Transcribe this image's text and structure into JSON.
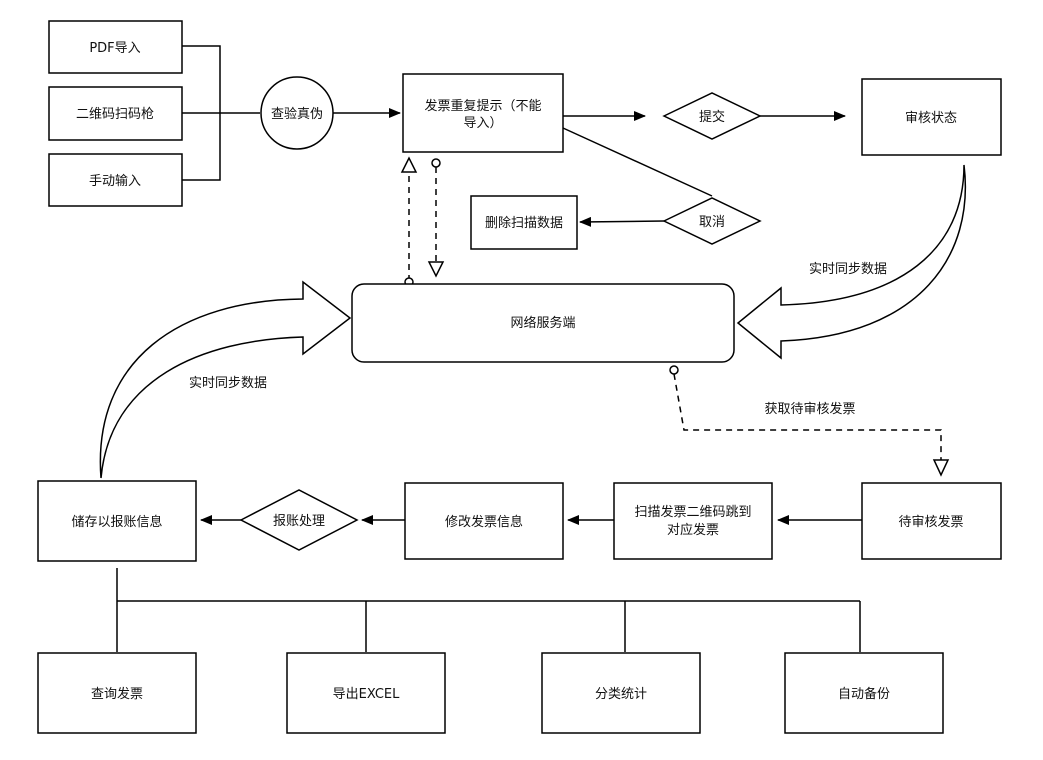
{
  "nodes": {
    "pdf_import": "PDF导入",
    "qr_scanner": "二维码扫码枪",
    "manual_input": "手动输入",
    "verify": "查验真伪",
    "duplicate_hint": [
      "发票重复提示（不能",
      "导入）"
    ],
    "submit": "提交",
    "review_status": "审核状态",
    "cancel": "取消",
    "delete_scan": "删除扫描数据",
    "network_server": "网络服务端",
    "store_info": "储存以报账信息",
    "reimburse": "报账处理",
    "modify_invoice": "修改发票信息",
    "scan_jump": [
      "扫描发票二维码跳到",
      "对应发票"
    ],
    "pending_review": "待审核发票",
    "query_invoice": "查询发票",
    "export_excel": "导出EXCEL",
    "classify_stats": "分类统计",
    "auto_backup": "自动备份"
  },
  "labels": {
    "sync_right": "实时同步数据",
    "sync_left": "实时同步数据",
    "fetch_pending": "获取待审核发票"
  }
}
